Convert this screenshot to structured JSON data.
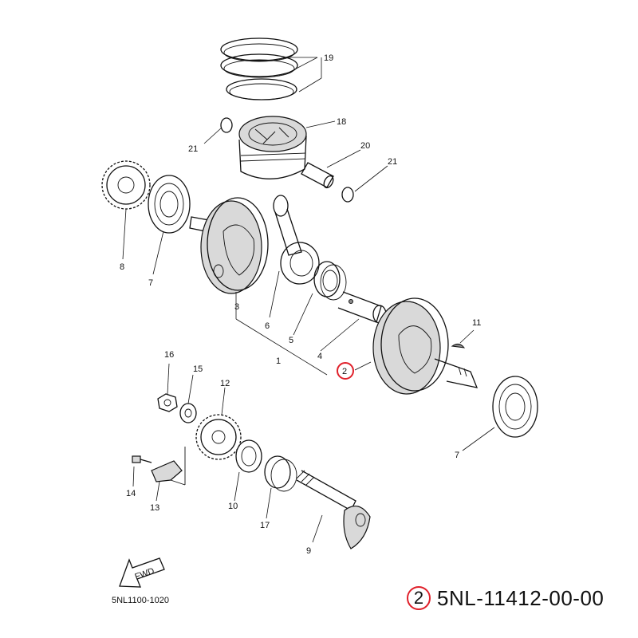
{
  "diagram": {
    "labels": {
      "p1": "1",
      "p2": "2",
      "p3": "3",
      "p4": "4",
      "p5": "5",
      "p6": "6",
      "p7a": "7",
      "p7b": "7",
      "p8": "8",
      "p9": "9",
      "p10": "10",
      "p11": "11",
      "p12": "12",
      "p13": "13",
      "p14": "14",
      "p15": "15",
      "p16": "16",
      "p17": "17",
      "p18": "18",
      "p19": "19",
      "p20": "20",
      "p21a": "21",
      "p21b": "21"
    },
    "fwd_text": "FWD",
    "drawing_code": "5NL1100-1020"
  },
  "highlight": {
    "ref": "2",
    "part_number": "5NL-11412-00-00",
    "color": "#e0202a"
  }
}
